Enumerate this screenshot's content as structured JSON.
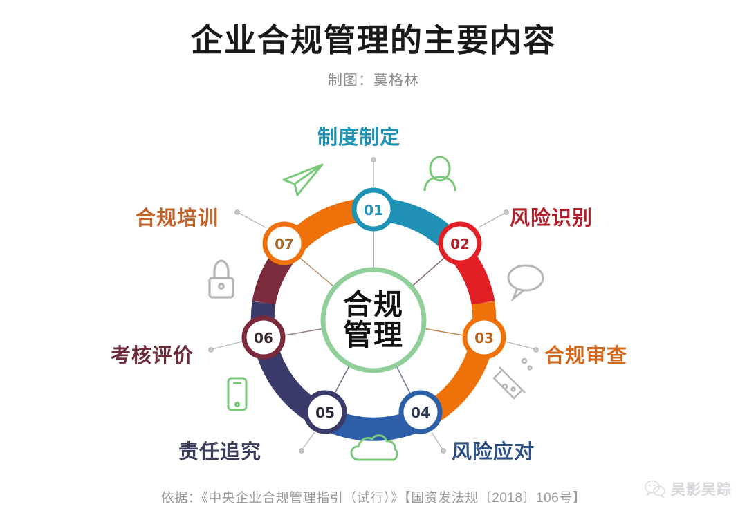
{
  "header": {
    "title": "企业合规管理的主要内容",
    "subtitle": "制图：莫格林"
  },
  "center": {
    "line1": "合规",
    "line2": "管理",
    "ring_color": "#90cf9a"
  },
  "nodes": [
    {
      "number": "01",
      "label": "制度制定",
      "color": "#1f91b5",
      "label_color": "#1f91b5"
    },
    {
      "number": "02",
      "label": "风险识别",
      "color": "#e31f26",
      "label_color": "#b0202a"
    },
    {
      "number": "03",
      "label": "合规审查",
      "color": "#ee7209",
      "label_color": "#d2691e"
    },
    {
      "number": "04",
      "label": "风险应对",
      "color": "#2c5fa8",
      "label_color": "#2c4f84"
    },
    {
      "number": "05",
      "label": "责任追究",
      "color": "#3a3a6b",
      "label_color": "#3c3c5c"
    },
    {
      "number": "06",
      "label": "考核评价",
      "color": "#7c2b3c",
      "label_color": "#6d2b3a"
    },
    {
      "number": "07",
      "label": "合规培训",
      "color": "#ee7209",
      "label_color": "#c0622a"
    }
  ],
  "decor_icons": [
    {
      "name": "paper-plane-icon",
      "color": "#7ac97a"
    },
    {
      "name": "person-icon",
      "color": "#7ac97a"
    },
    {
      "name": "speech-bubble-icon",
      "color": "#b5b5b5"
    },
    {
      "name": "flask-icon",
      "color": "#b5b5b5"
    },
    {
      "name": "cloud-icon",
      "color": "#7ac97a"
    },
    {
      "name": "phone-icon",
      "color": "#7ac97a"
    },
    {
      "name": "lock-icon",
      "color": "#b5b5b5"
    }
  ],
  "footer": {
    "source": "依据：《中央企业合规管理指引（试行）》【国资发法规〔2018〕106号】"
  },
  "watermark": {
    "text": "吴影吴踪"
  }
}
